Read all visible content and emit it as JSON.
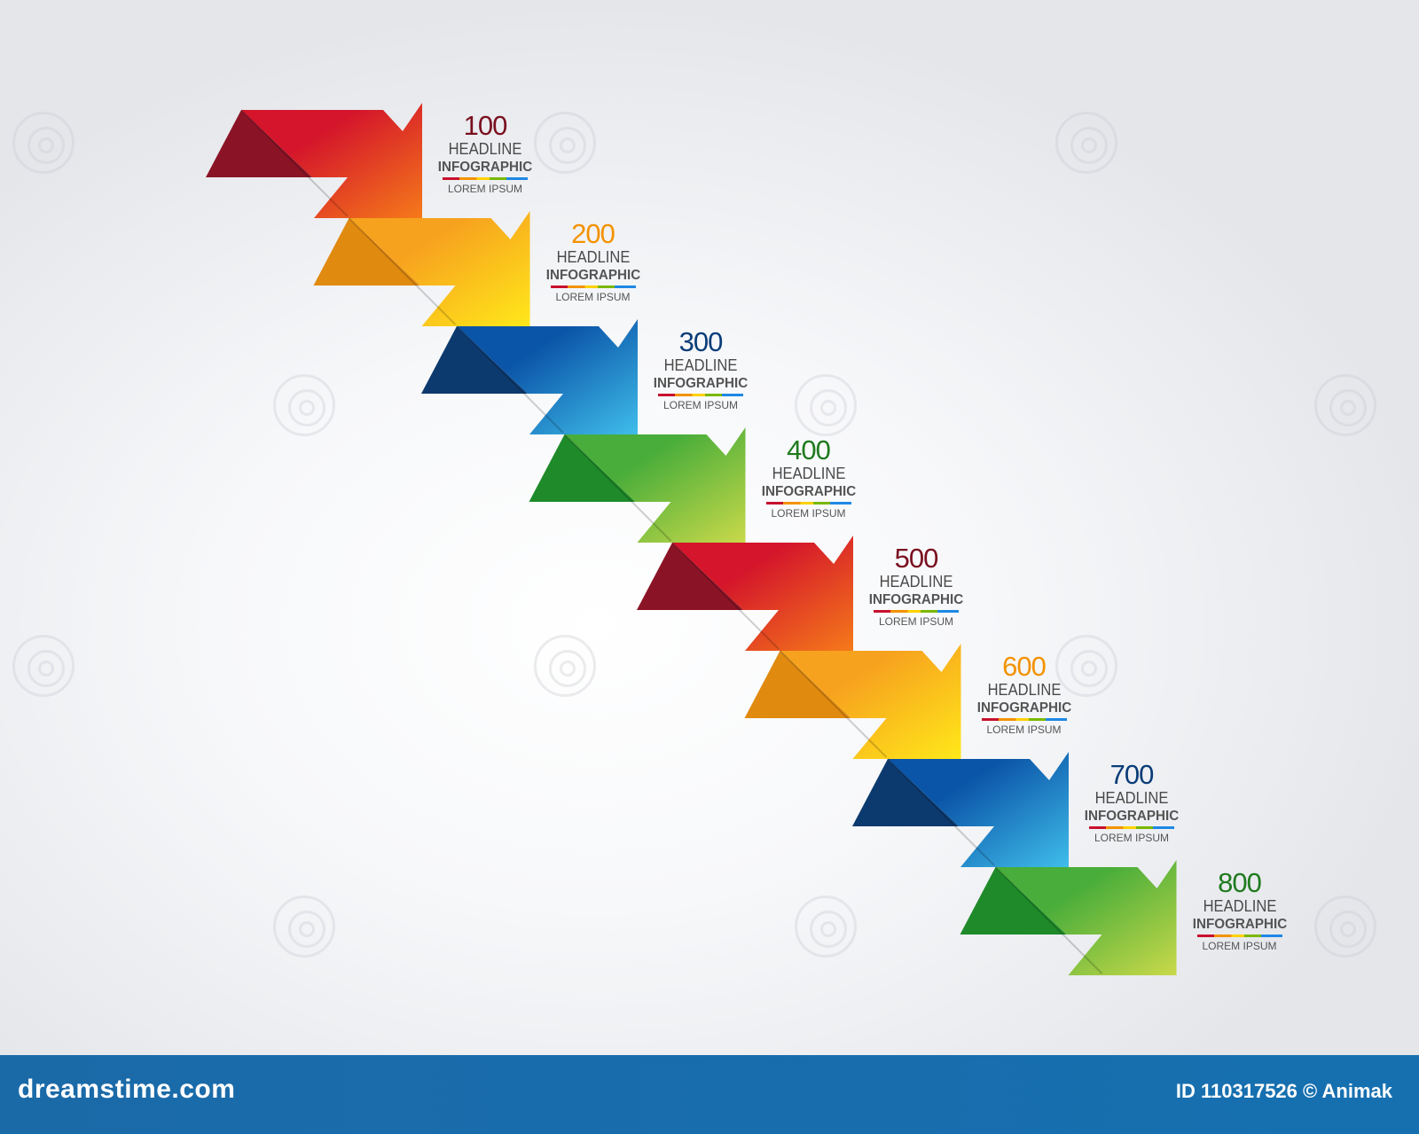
{
  "steps": [
    {
      "value": "100",
      "headline": "HEADLINE",
      "subtitle": "INFOGRAPHIC",
      "caption": "LOREM IPSUM",
      "color": "#7a1020",
      "dark": "#8a1426",
      "mid": "#d4152b",
      "light": "#f57a1a"
    },
    {
      "value": "200",
      "headline": "HEADLINE",
      "subtitle": "INFOGRAPHIC",
      "caption": "LOREM IPSUM",
      "color": "#f39200",
      "dark": "#e08a10",
      "mid": "#f7a21e",
      "light": "#ffe81a"
    },
    {
      "value": "300",
      "headline": "HEADLINE",
      "subtitle": "INFOGRAPHIC",
      "caption": "LOREM IPSUM",
      "color": "#0a3d78",
      "dark": "#0d3a6e",
      "mid": "#0b55a8",
      "light": "#3fbdea"
    },
    {
      "value": "400",
      "headline": "HEADLINE",
      "subtitle": "INFOGRAPHIC",
      "caption": "LOREM IPSUM",
      "color": "#1f7a1f",
      "dark": "#1f8a2a",
      "mid": "#48ad3a",
      "light": "#c9d94a"
    },
    {
      "value": "500",
      "headline": "HEADLINE",
      "subtitle": "INFOGRAPHIC",
      "caption": "LOREM IPSUM",
      "color": "#7a1020",
      "dark": "#8a1426",
      "mid": "#d4152b",
      "light": "#f57a1a"
    },
    {
      "value": "600",
      "headline": "HEADLINE",
      "subtitle": "INFOGRAPHIC",
      "caption": "LOREM IPSUM",
      "color": "#f39200",
      "dark": "#e08a10",
      "mid": "#f7a21e",
      "light": "#ffe81a"
    },
    {
      "value": "700",
      "headline": "HEADLINE",
      "subtitle": "INFOGRAPHIC",
      "caption": "LOREM IPSUM",
      "color": "#0a3d78",
      "dark": "#0d3a6e",
      "mid": "#0b55a8",
      "light": "#3fbdea"
    },
    {
      "value": "800",
      "headline": "HEADLINE",
      "subtitle": "INFOGRAPHIC",
      "caption": "LOREM IPSUM",
      "color": "#1f7a1f",
      "dark": "#1f8a2a",
      "mid": "#48ad3a",
      "light": "#c9d94a"
    }
  ],
  "footer": {
    "brand": "dreamstime.com",
    "image_id": "ID 110317526 © Animak"
  },
  "watermark": {
    "logo_icon": "spiral-logo-icon"
  }
}
